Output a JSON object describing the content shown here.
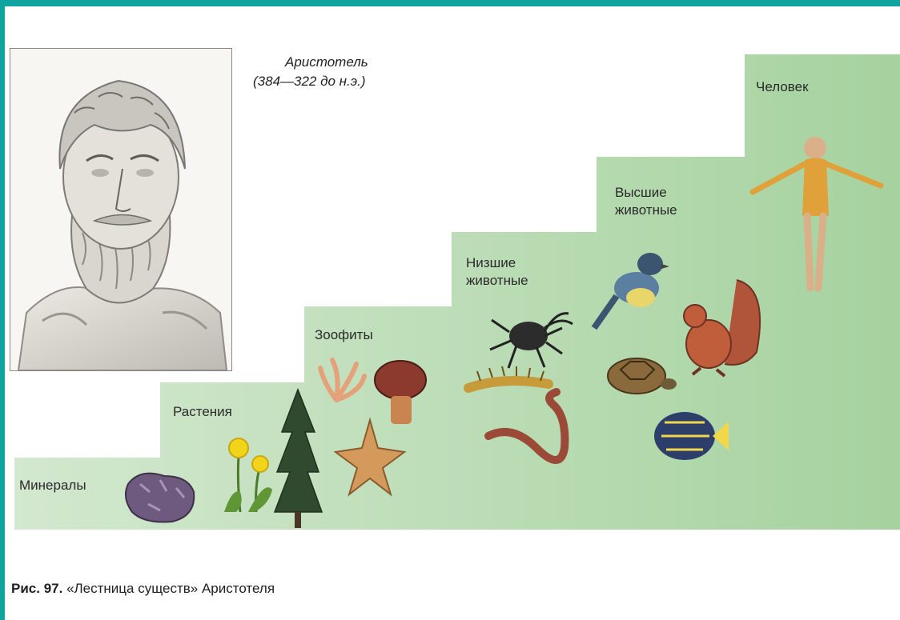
{
  "author": {
    "name": "Аристотель",
    "years": "(384—322 до н.э.)"
  },
  "steps": [
    {
      "label": "Минералы"
    },
    {
      "label": "Растения"
    },
    {
      "label": "Зоофиты"
    },
    {
      "label_line1": "Низшие",
      "label_line2": "животные"
    },
    {
      "label_line1": "Высшие",
      "label_line2": "животные"
    },
    {
      "label": "Человек"
    }
  ],
  "figure_caption": {
    "number": "Рис. 97.",
    "text": "«Лестница существ» Аристотеля"
  },
  "colors": {
    "frame": "#10a4a0",
    "step_green_light": "#d6ead1",
    "step_green_dark": "#a8d3a2"
  }
}
